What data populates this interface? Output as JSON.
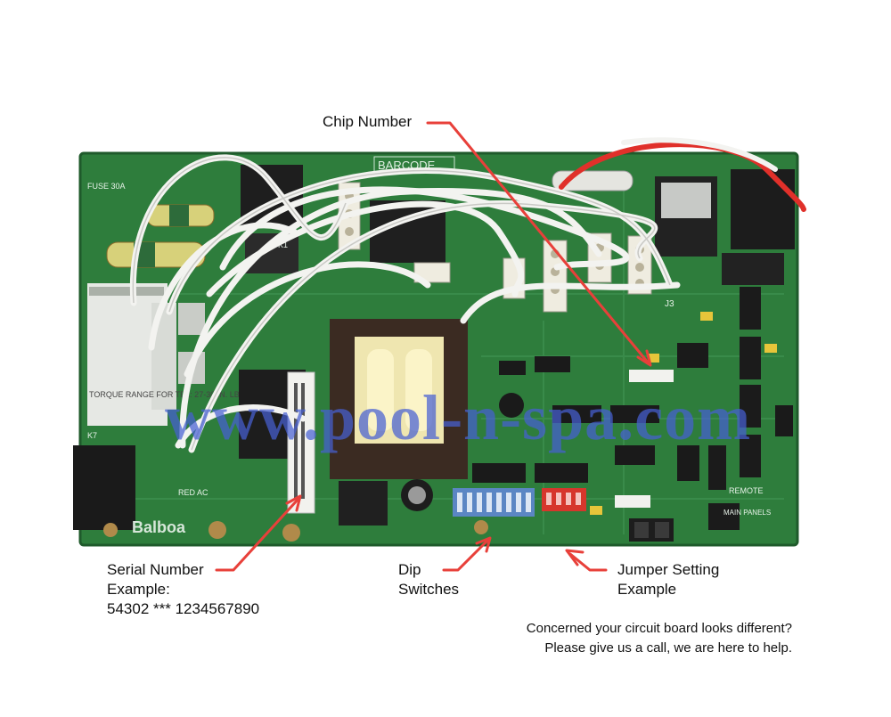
{
  "colors": {
    "board": "#2e7d3c",
    "board_dark": "#1f5a2b",
    "annotation": "#e8403a",
    "watermark": "#4e65d4"
  },
  "board_silkscreen": {
    "barcode": "BARCODE",
    "fuse": "FUSE 30A",
    "k1": "K1",
    "k7": "K7",
    "j3": "J3",
    "remote": "REMOTE",
    "main_panels": "MAIN PANELS",
    "balboa": "Balboa",
    "red_ac": "RED AC",
    "torque": "TORQUE RANGE FOR TB1: 27-30 IN. LBS."
  },
  "watermark": "www.pool-n-spa.com",
  "annotations": {
    "chip_number": "Chip Number",
    "serial_number": [
      "Serial Number",
      "Example:",
      "54302 *** 1234567890"
    ],
    "dip_switches": [
      "Dip",
      "Switches"
    ],
    "jumper_setting": [
      "Jumper Setting",
      "Example"
    ]
  },
  "help_text": {
    "line1": "Concerned your circuit board looks different?",
    "line2": "Please give us a call, we are here to help."
  }
}
